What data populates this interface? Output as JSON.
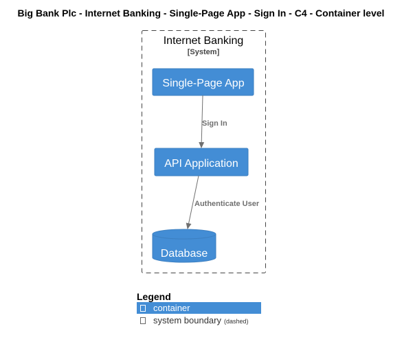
{
  "title": "Big Bank Plc - Internet Banking - Single-Page App - Sign In - C4 - Container level",
  "boundary": {
    "name": "Internet Banking",
    "type": "[System]",
    "style": "dashed"
  },
  "elements": {
    "spa": {
      "label": "Single-Page App",
      "shape": "rectangle"
    },
    "api": {
      "label": "API Application",
      "shape": "rectangle"
    },
    "db": {
      "label": "Database",
      "shape": "cylinder"
    }
  },
  "relationships": [
    {
      "from": "spa",
      "to": "api",
      "label": "Sign In"
    },
    {
      "from": "api",
      "to": "db",
      "label": "Authenticate User"
    }
  ],
  "legend": {
    "title": "Legend",
    "items": [
      {
        "label": "container",
        "note": ""
      },
      {
        "label": "system boundary",
        "note": "(dashed)"
      }
    ]
  },
  "colors": {
    "container_fill": "#438DD5",
    "container_stroke": "#3C7FC0",
    "container_text": "#FFFFFF",
    "boundary_stroke": "#444444",
    "arrow": "#707070",
    "relationship_text": "#707070",
    "text": "#000000"
  }
}
